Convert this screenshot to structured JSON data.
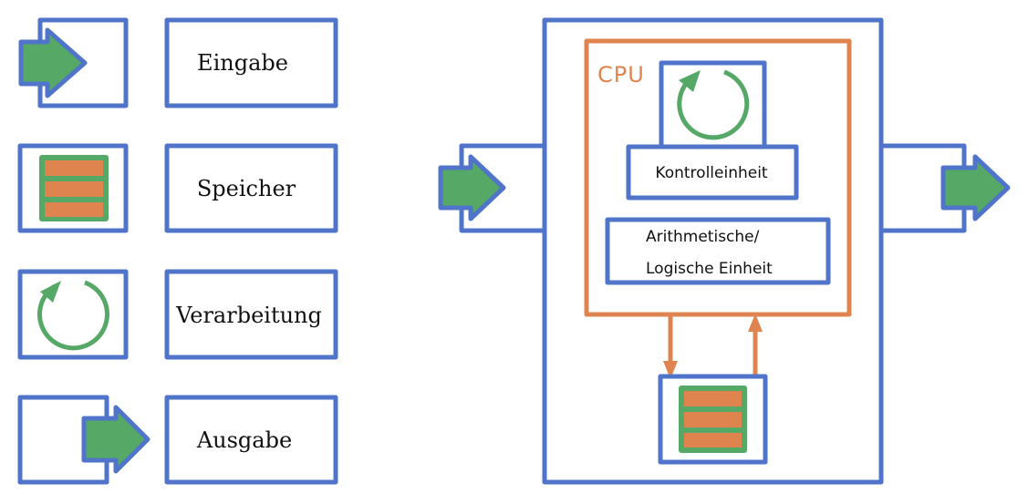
{
  "legend": {
    "items": [
      {
        "id": "input",
        "label": "Eingabe",
        "icon": "input-arrow-icon"
      },
      {
        "id": "memory",
        "label": "Speicher",
        "icon": "memory-icon"
      },
      {
        "id": "processing",
        "label": "Verarbeitung",
        "icon": "cycle-icon"
      },
      {
        "id": "output",
        "label": "Ausgabe",
        "icon": "output-arrow-icon"
      }
    ]
  },
  "diagram": {
    "cpu_label": "CPU",
    "control_unit_label": "Kontrolleinheit",
    "alu_label_line1": "Arithmetische/",
    "alu_label_line2": "Logische Einheit"
  },
  "colors": {
    "box_stroke": "#4F74C9",
    "cpu_stroke": "#E0844F",
    "green": "#56A867",
    "orange": "#E0844F"
  }
}
